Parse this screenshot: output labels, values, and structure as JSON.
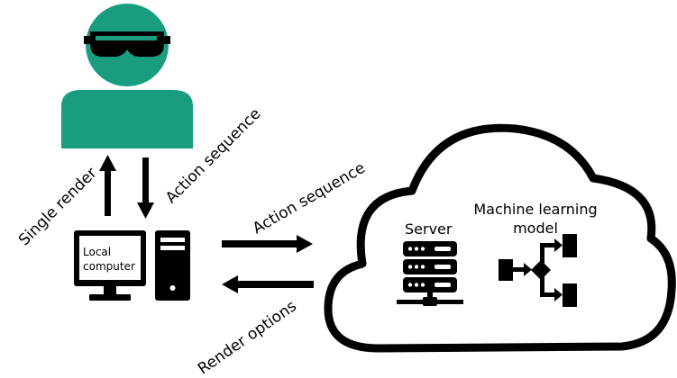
{
  "labels": {
    "single_render": "Single render",
    "action_sequence_user": "Action sequence",
    "action_sequence_cloud": "Action sequence",
    "render_options": "Render options",
    "local_computer_line1": "Local",
    "local_computer_line2": "computer",
    "server": "Server",
    "ml_model_line1": "Machine learning",
    "ml_model_line2": "model"
  },
  "icons": {
    "user": "vr-user-icon",
    "local_computer": "desktop-computer-icon",
    "server": "server-rack-icon",
    "ml_model": "flowchart-icon",
    "cloud": "cloud-outline"
  },
  "colors": {
    "user_fill": "#1a9c80",
    "ink": "#000000",
    "background": "#ffffff"
  }
}
